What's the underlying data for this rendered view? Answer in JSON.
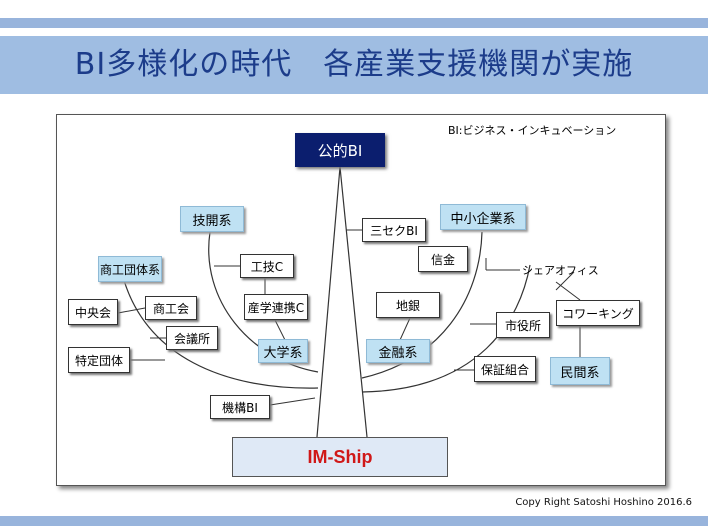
{
  "title": "BI多様化の時代　各産業支援機関が実施",
  "note": "BI:ビジネス・インキュベーション",
  "center": {
    "public": "公的BI",
    "imship": "IM-Ship"
  },
  "left": {
    "gikai": "技開系",
    "shokodantai": "商工団体系",
    "chuokai": "中央会",
    "shokokai": "商工会",
    "kaigisho": "会議所",
    "tokutei": "特定団体",
    "kogi": "工技C",
    "sangaku": "産学連携C",
    "daigaku": "大学系",
    "kikou": "機構BI"
  },
  "right": {
    "sansek": "三セクBI",
    "chusho": "中小企業系",
    "shinkin": "信金",
    "share": "シェアオフィス",
    "chigin": "地銀",
    "coworking": "コワーキング",
    "shiyakusho": "市役所",
    "kinyu": "金融系",
    "hosho": "保証組合",
    "minkan": "民間系"
  },
  "copyright": "Copy Right Satoshi Hoshino 2016.6"
}
